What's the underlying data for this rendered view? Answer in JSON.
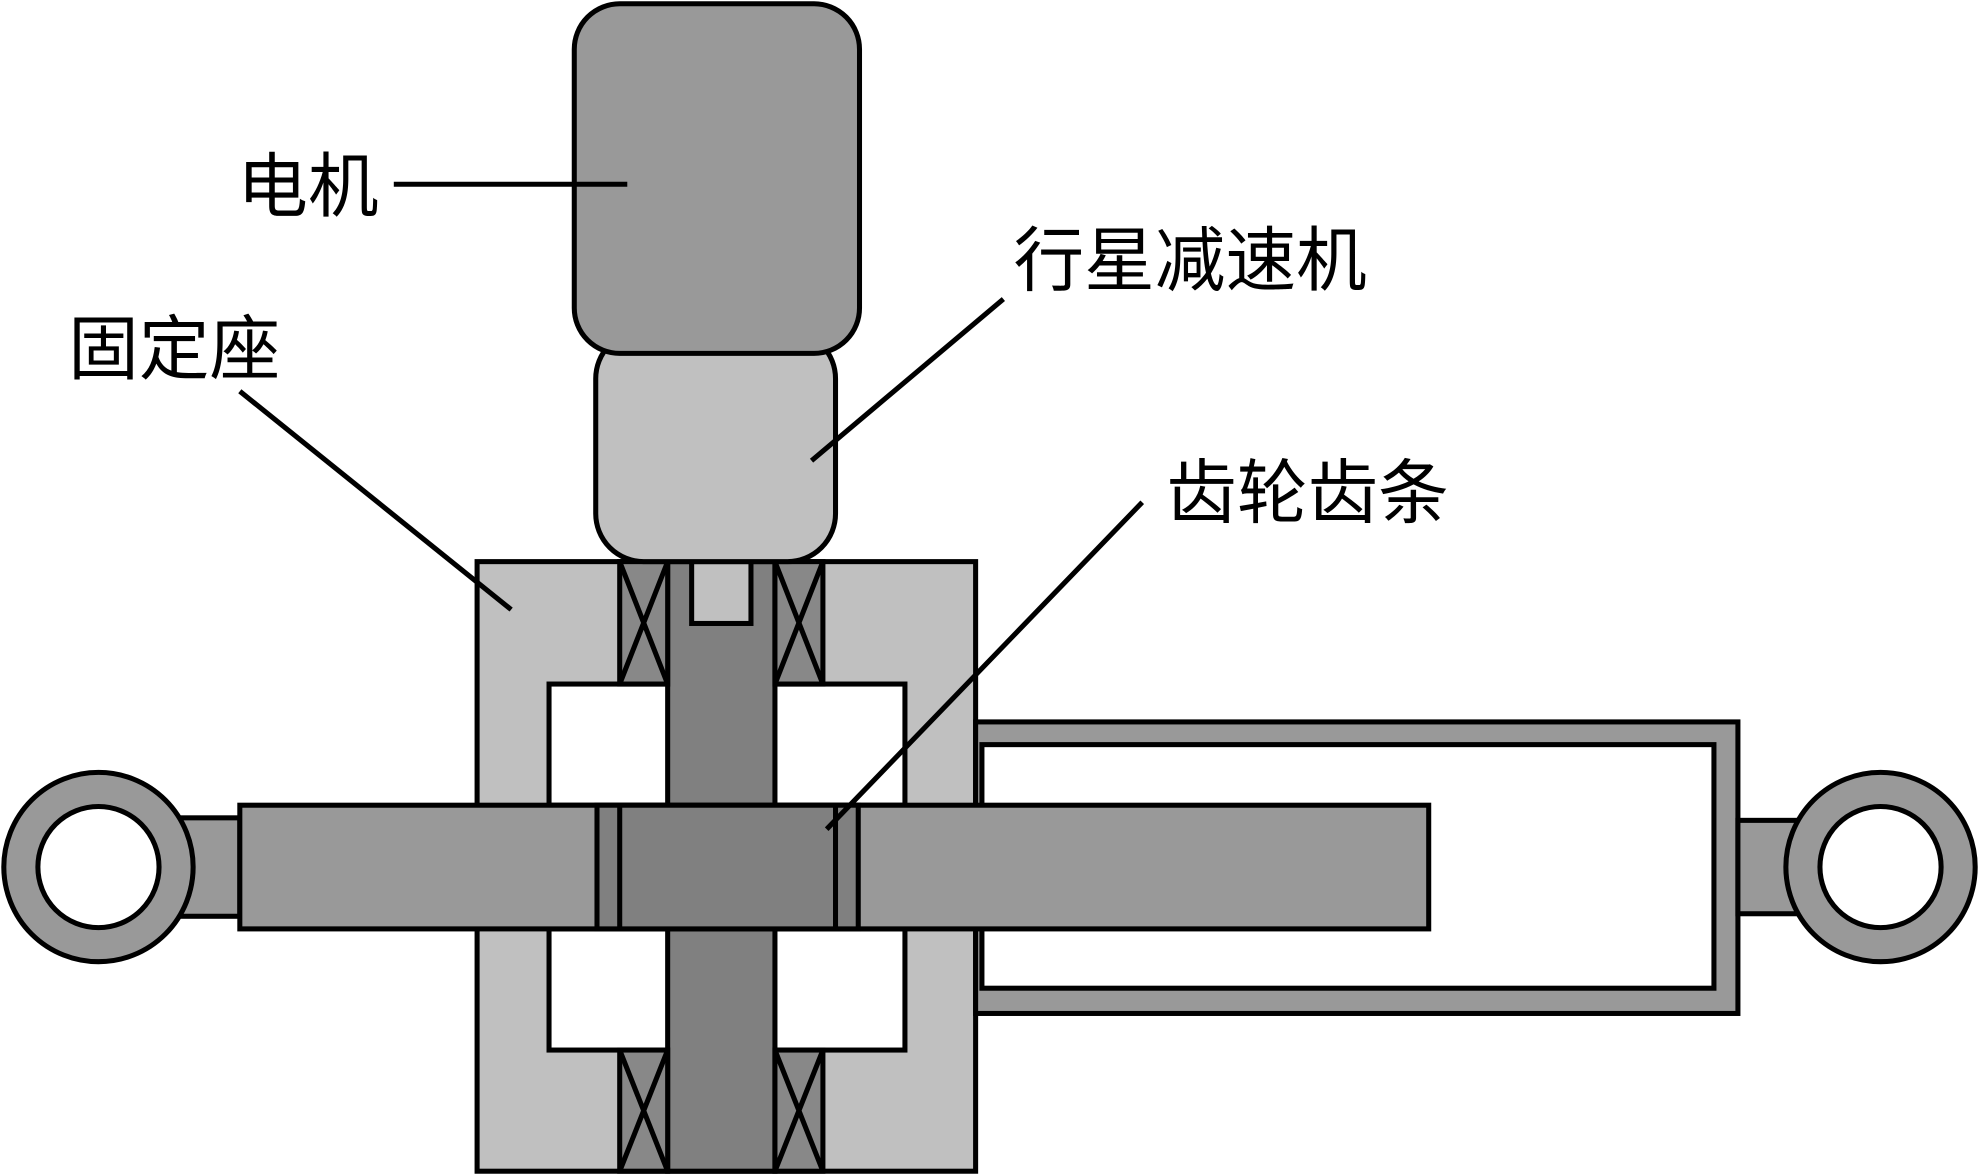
{
  "labels": {
    "motor": "电机",
    "planetary_reducer": "行星减速机",
    "fixed_seat": "固定座",
    "rack_pinion": "齿轮齿条"
  },
  "colors": {
    "motor": "#999999",
    "reducer": "#c0c0c0",
    "seat": "#c0c0c0",
    "shaft": "#808080",
    "bearing": "#888888",
    "rack": "#999999",
    "cylinder": "#999999"
  }
}
